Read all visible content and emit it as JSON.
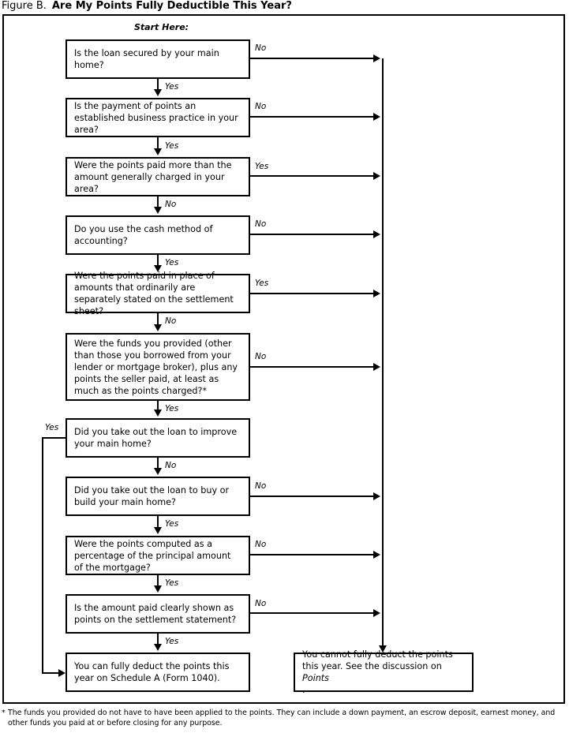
{
  "title": {
    "label": "Figure B.",
    "main": "Are My Points Fully Deductible This Year?"
  },
  "start_label": "Start Here:",
  "flow": {
    "nodes": [
      {
        "id": "n1",
        "type": "decision",
        "text": "Is the loan secured by your main home?"
      },
      {
        "id": "n2",
        "type": "decision",
        "text": "Is the payment of points an established business practice in your area?"
      },
      {
        "id": "n3",
        "type": "decision",
        "text": "Were the points paid more than the amount generally charged in your area?"
      },
      {
        "id": "n4",
        "type": "decision",
        "text": "Do you use the cash method of accounting?"
      },
      {
        "id": "n5",
        "type": "decision",
        "text": "Were the points paid in place of amounts that ordinarily are separately stated on the settlement sheet?"
      },
      {
        "id": "n6",
        "type": "decision",
        "text": "Were the funds you provided (other than those you borrowed from your lender or mortgage broker), plus any points the seller paid, at least as much as the points charged?*"
      },
      {
        "id": "n7",
        "type": "decision",
        "text": "Did you take out the loan to improve your main home?"
      },
      {
        "id": "n8",
        "type": "decision",
        "text": "Did you take out the loan to buy or build your main home?"
      },
      {
        "id": "n9",
        "type": "decision",
        "text": "Were the points computed as a percentage of the principal amount of the mortgage?"
      },
      {
        "id": "n10",
        "type": "decision",
        "text": "Is the amount paid clearly shown as points on the settlement statement?"
      },
      {
        "id": "t1",
        "type": "terminal",
        "text": "You can fully deduct the points this year on Schedule A (Form 1040)."
      },
      {
        "id": "t2",
        "type": "terminal",
        "text_before": "You cannot fully deduct the points this year. See the discussion on ",
        "text_italic": "Points",
        "text_after": "."
      }
    ],
    "edge_labels": {
      "n1_down": "Yes",
      "n1_right": "No",
      "n2_down": "Yes",
      "n2_right": "No",
      "n3_down": "No",
      "n3_right": "Yes",
      "n4_down": "Yes",
      "n4_right": "No",
      "n5_down": "No",
      "n5_right": "Yes",
      "n6_down": "Yes",
      "n6_right": "No",
      "n7_down": "No",
      "n7_left": "Yes",
      "n8_down": "Yes",
      "n8_right": "No",
      "n9_down": "Yes",
      "n9_right": "No",
      "n10_down": "Yes",
      "n10_right": "No"
    }
  },
  "footnote": {
    "marker": "*",
    "text": "The funds you provided do not have to have been applied to the points. They can include a down payment, an escrow deposit, earnest money, and other funds you paid at or before closing for any purpose."
  },
  "colors": {
    "ink": "#000000",
    "paper": "#ffffff"
  }
}
